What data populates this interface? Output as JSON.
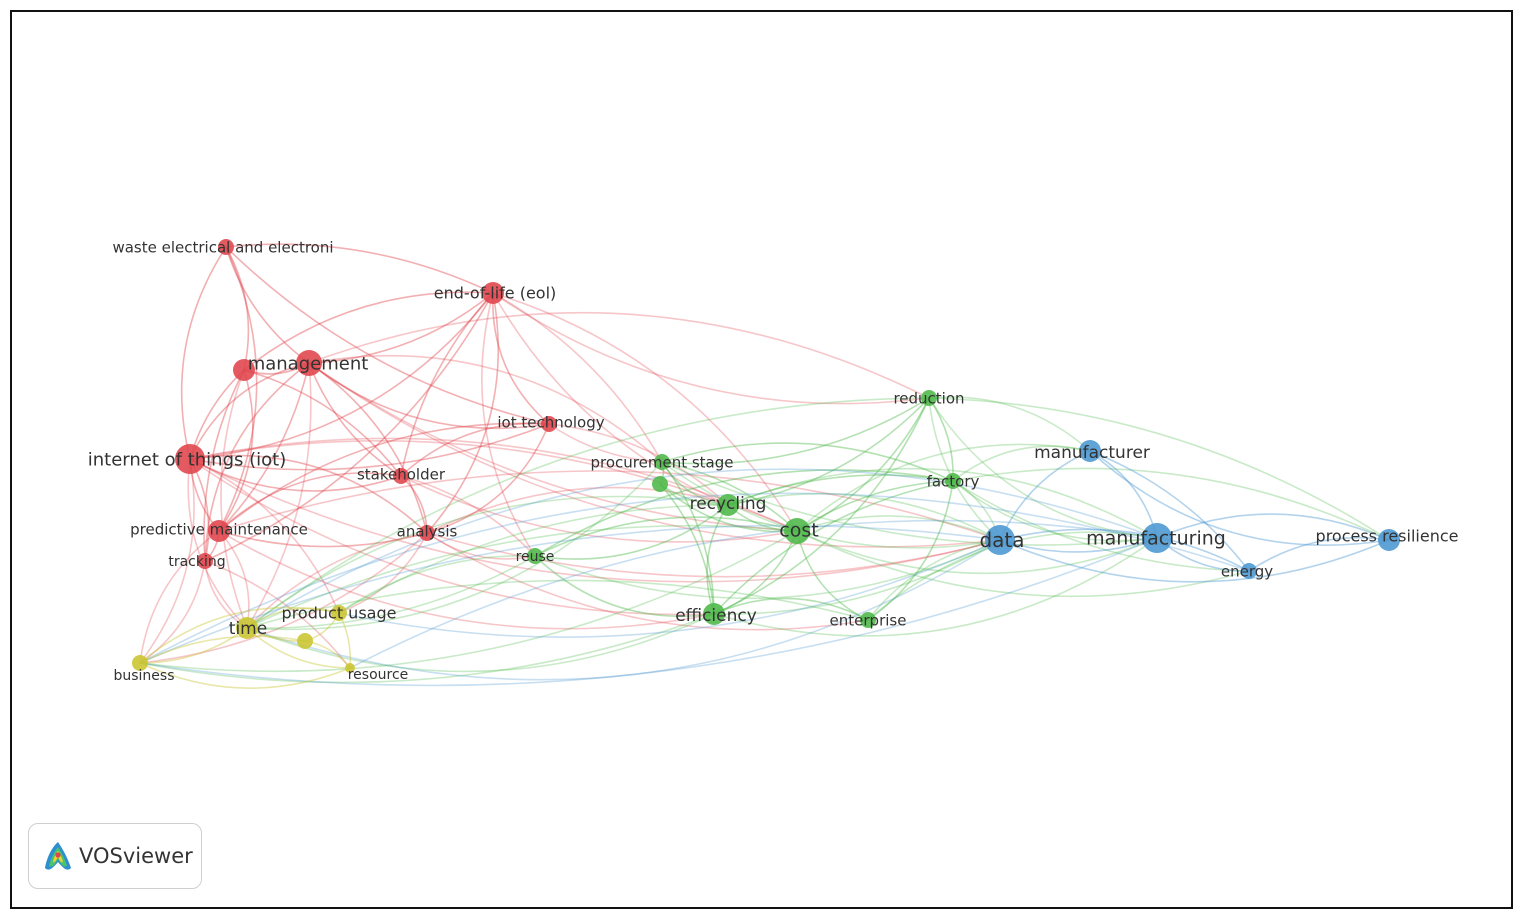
{
  "brand": {
    "name": "VOSviewer"
  },
  "clusters": {
    "red": "#e0434b",
    "green": "#4cb848",
    "blue": "#4a96d2",
    "yellow": "#c9c531"
  },
  "nodes": [
    {
      "id": "waste",
      "label": "waste electrical and electroni",
      "cluster": "red",
      "weight": 2
    },
    {
      "id": "eol",
      "label": "end-of-life (eol)",
      "cluster": "red",
      "weight": 3
    },
    {
      "id": "management",
      "label": "management",
      "cluster": "red",
      "weight": 4
    },
    {
      "id": "mgmt2",
      "label": "",
      "cluster": "red",
      "weight": 3
    },
    {
      "id": "iot",
      "label": "internet of things (iot)",
      "cluster": "red",
      "weight": 5
    },
    {
      "id": "iottech",
      "label": "iot technology",
      "cluster": "red",
      "weight": 2
    },
    {
      "id": "stakeholder",
      "label": "stakeholder",
      "cluster": "red",
      "weight": 2
    },
    {
      "id": "predictive",
      "label": "predictive maintenance",
      "cluster": "red",
      "weight": 3
    },
    {
      "id": "tracking",
      "label": "tracking",
      "cluster": "red",
      "weight": 2
    },
    {
      "id": "analysis",
      "label": "analysis",
      "cluster": "red",
      "weight": 2
    },
    {
      "id": "procurement",
      "label": "procurement stage",
      "cluster": "green",
      "weight": 2
    },
    {
      "id": "proc2",
      "label": "",
      "cluster": "green",
      "weight": 2
    },
    {
      "id": "recycling",
      "label": "recycling",
      "cluster": "green",
      "weight": 3
    },
    {
      "id": "cost",
      "label": "cost",
      "cluster": "green",
      "weight": 4
    },
    {
      "id": "reuse",
      "label": "reuse",
      "cluster": "green",
      "weight": 2
    },
    {
      "id": "efficiency",
      "label": "efficiency",
      "cluster": "green",
      "weight": 3
    },
    {
      "id": "enterprise",
      "label": "enterprise",
      "cluster": "green",
      "weight": 2
    },
    {
      "id": "reduction",
      "label": "reduction",
      "cluster": "green",
      "weight": 2
    },
    {
      "id": "factory",
      "label": "factory",
      "cluster": "green",
      "weight": 2
    },
    {
      "id": "manufacturer",
      "label": "manufacturer",
      "cluster": "blue",
      "weight": 3
    },
    {
      "id": "data",
      "label": "data",
      "cluster": "blue",
      "weight": 5
    },
    {
      "id": "manufacturing",
      "label": "manufacturing",
      "cluster": "blue",
      "weight": 5
    },
    {
      "id": "energy",
      "label": "energy",
      "cluster": "blue",
      "weight": 2
    },
    {
      "id": "resilience",
      "label": "process resilience",
      "cluster": "blue",
      "weight": 3
    },
    {
      "id": "time",
      "label": "time",
      "cluster": "yellow",
      "weight": 3
    },
    {
      "id": "productusage",
      "label": "product usage",
      "cluster": "yellow",
      "weight": 2
    },
    {
      "id": "pu2",
      "label": "",
      "cluster": "yellow",
      "weight": 2
    },
    {
      "id": "business",
      "label": "business",
      "cluster": "yellow",
      "weight": 2
    },
    {
      "id": "resource",
      "label": "resource",
      "cluster": "yellow",
      "weight": 1
    }
  ],
  "links": [
    [
      "waste",
      "eol"
    ],
    [
      "waste",
      "management"
    ],
    [
      "waste",
      "mgmt2"
    ],
    [
      "waste",
      "iot"
    ],
    [
      "waste",
      "predictive"
    ],
    [
      "waste",
      "iottech"
    ],
    [
      "eol",
      "management"
    ],
    [
      "eol",
      "mgmt2"
    ],
    [
      "eol",
      "iot"
    ],
    [
      "eol",
      "iottech"
    ],
    [
      "eol",
      "procurement"
    ],
    [
      "eol",
      "recycling"
    ],
    [
      "eol",
      "cost"
    ],
    [
      "eol",
      "reuse"
    ],
    [
      "eol",
      "analysis"
    ],
    [
      "eol",
      "stakeholder"
    ],
    [
      "eol",
      "tracking"
    ],
    [
      "eol",
      "reduction"
    ],
    [
      "management",
      "mgmt2"
    ],
    [
      "management",
      "iot"
    ],
    [
      "management",
      "predictive"
    ],
    [
      "management",
      "stakeholder"
    ],
    [
      "management",
      "analysis"
    ],
    [
      "management",
      "iottech"
    ],
    [
      "management",
      "procurement"
    ],
    [
      "management",
      "cost"
    ],
    [
      "management",
      "time"
    ],
    [
      "management",
      "data"
    ],
    [
      "management",
      "reduction"
    ],
    [
      "management",
      "tracking"
    ],
    [
      "iot",
      "mgmt2"
    ],
    [
      "iot",
      "predictive"
    ],
    [
      "iot",
      "tracking"
    ],
    [
      "iot",
      "stakeholder"
    ],
    [
      "iot",
      "analysis"
    ],
    [
      "iot",
      "iottech"
    ],
    [
      "iot",
      "cost"
    ],
    [
      "iot",
      "data"
    ],
    [
      "iot",
      "business"
    ],
    [
      "iot",
      "time"
    ],
    [
      "iot",
      "recycling"
    ],
    [
      "iot",
      "efficiency"
    ],
    [
      "iot",
      "productusage"
    ],
    [
      "iottech",
      "stakeholder"
    ],
    [
      "iottech",
      "analysis"
    ],
    [
      "iottech",
      "procurement"
    ],
    [
      "iottech",
      "recycling"
    ],
    [
      "iottech",
      "predictive"
    ],
    [
      "stakeholder",
      "analysis"
    ],
    [
      "stakeholder",
      "predictive"
    ],
    [
      "stakeholder",
      "reuse"
    ],
    [
      "stakeholder",
      "cost"
    ],
    [
      "predictive",
      "tracking"
    ],
    [
      "predictive",
      "business"
    ],
    [
      "predictive",
      "time"
    ],
    [
      "predictive",
      "analysis"
    ],
    [
      "predictive",
      "data"
    ],
    [
      "predictive",
      "efficiency"
    ],
    [
      "tracking",
      "business"
    ],
    [
      "tracking",
      "time"
    ],
    [
      "tracking",
      "resource"
    ],
    [
      "analysis",
      "time"
    ],
    [
      "analysis",
      "productusage"
    ],
    [
      "analysis",
      "reuse"
    ],
    [
      "analysis",
      "cost"
    ],
    [
      "analysis",
      "data"
    ],
    [
      "analysis",
      "business"
    ],
    [
      "analysis",
      "enterprise"
    ],
    [
      "procurement",
      "proc2"
    ],
    [
      "procurement",
      "recycling"
    ],
    [
      "procurement",
      "cost"
    ],
    [
      "procurement",
      "reduction"
    ],
    [
      "procurement",
      "factory"
    ],
    [
      "procurement",
      "data"
    ],
    [
      "procurement",
      "time"
    ],
    [
      "procurement",
      "manufacturing"
    ],
    [
      "procurement",
      "efficiency"
    ],
    [
      "recycling",
      "cost"
    ],
    [
      "recycling",
      "reuse"
    ],
    [
      "recycling",
      "efficiency"
    ],
    [
      "recycling",
      "factory"
    ],
    [
      "recycling",
      "reduction"
    ],
    [
      "recycling",
      "data"
    ],
    [
      "recycling",
      "time"
    ],
    [
      "recycling",
      "manufacturing"
    ],
    [
      "recycling",
      "productusage"
    ],
    [
      "recycling",
      "proc2"
    ],
    [
      "cost",
      "reuse"
    ],
    [
      "cost",
      "efficiency"
    ],
    [
      "cost",
      "enterprise"
    ],
    [
      "cost",
      "factory"
    ],
    [
      "cost",
      "reduction"
    ],
    [
      "cost",
      "data"
    ],
    [
      "cost",
      "manufacturing"
    ],
    [
      "cost",
      "manufacturer"
    ],
    [
      "cost",
      "time"
    ],
    [
      "cost",
      "business"
    ],
    [
      "cost",
      "energy"
    ],
    [
      "cost",
      "proc2"
    ],
    [
      "reuse",
      "efficiency"
    ],
    [
      "reuse",
      "time"
    ],
    [
      "reuse",
      "productusage"
    ],
    [
      "reuse",
      "factory"
    ],
    [
      "reuse",
      "data"
    ],
    [
      "efficiency",
      "enterprise"
    ],
    [
      "efficiency",
      "data"
    ],
    [
      "efficiency",
      "factory"
    ],
    [
      "efficiency",
      "reduction"
    ],
    [
      "efficiency",
      "time"
    ],
    [
      "efficiency",
      "manufacturing"
    ],
    [
      "efficiency",
      "business"
    ],
    [
      "efficiency",
      "proc2"
    ],
    [
      "enterprise",
      "data"
    ],
    [
      "enterprise",
      "factory"
    ],
    [
      "enterprise",
      "manufacturing"
    ],
    [
      "enterprise",
      "time"
    ],
    [
      "reduction",
      "factory"
    ],
    [
      "reduction",
      "data"
    ],
    [
      "reduction",
      "manufacturer"
    ],
    [
      "reduction",
      "manufacturing"
    ],
    [
      "reduction",
      "resilience"
    ],
    [
      "reduction",
      "time"
    ],
    [
      "factory",
      "data"
    ],
    [
      "factory",
      "manufacturing"
    ],
    [
      "factory",
      "manufacturer"
    ],
    [
      "factory",
      "energy"
    ],
    [
      "factory",
      "resilience"
    ],
    [
      "manufacturer",
      "data"
    ],
    [
      "manufacturer",
      "manufacturing"
    ],
    [
      "manufacturer",
      "resilience"
    ],
    [
      "manufacturer",
      "energy"
    ],
    [
      "data",
      "manufacturing"
    ],
    [
      "data",
      "energy"
    ],
    [
      "data",
      "resilience"
    ],
    [
      "data",
      "time"
    ],
    [
      "data",
      "business"
    ],
    [
      "data",
      "productusage"
    ],
    [
      "manufacturing",
      "energy"
    ],
    [
      "manufacturing",
      "resilience"
    ],
    [
      "manufacturing",
      "time"
    ],
    [
      "manufacturing",
      "business"
    ],
    [
      "manufacturing",
      "resource"
    ],
    [
      "energy",
      "resilience"
    ],
    [
      "energy",
      "business"
    ],
    [
      "time",
      "productusage"
    ],
    [
      "time",
      "pu2"
    ],
    [
      "time",
      "business"
    ],
    [
      "time",
      "resource"
    ],
    [
      "productusage",
      "pu2"
    ],
    [
      "productusage",
      "business"
    ],
    [
      "productusage",
      "resource"
    ],
    [
      "pu2",
      "business"
    ],
    [
      "pu2",
      "resource"
    ],
    [
      "business",
      "resource"
    ],
    [
      "mgmt2",
      "predictive"
    ],
    [
      "mgmt2",
      "tracking"
    ],
    [
      "mgmt2",
      "stakeholder"
    ],
    [
      "mgmt2",
      "time"
    ]
  ]
}
